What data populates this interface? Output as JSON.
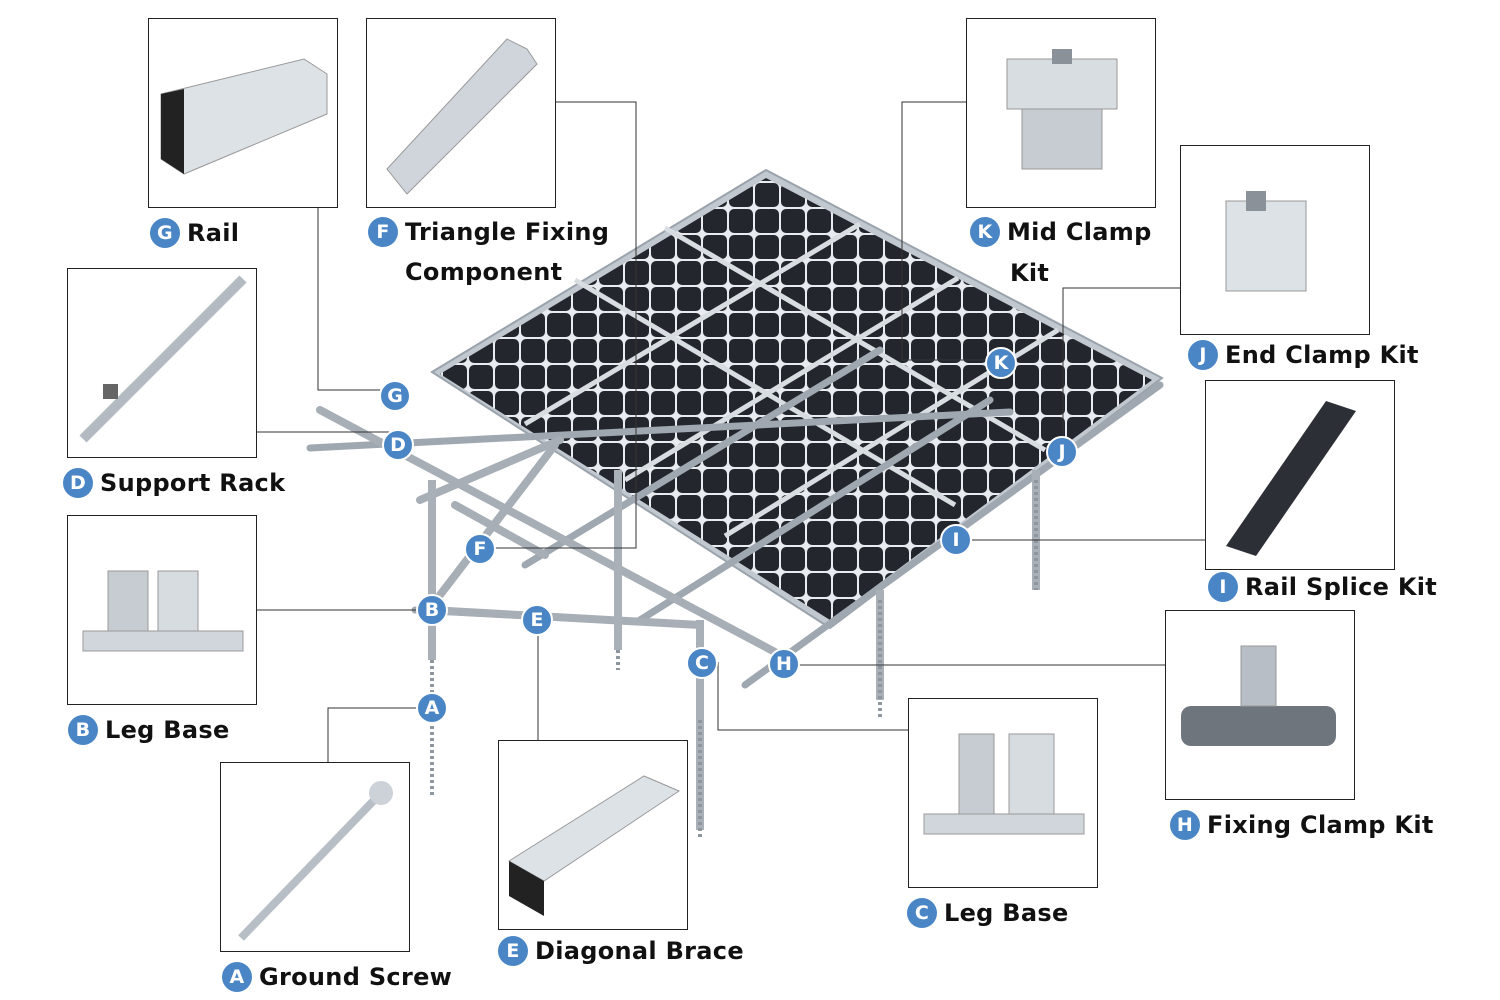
{
  "components": {
    "G": {
      "letter": "G",
      "name": "Rail"
    },
    "F": {
      "letter": "F",
      "name": "Triangle Fixing",
      "name2": "Component"
    },
    "K": {
      "letter": "K",
      "name": "Mid Clamp",
      "name2": "Kit"
    },
    "J": {
      "letter": "J",
      "name": "End Clamp Kit"
    },
    "D": {
      "letter": "D",
      "name": "Support Rack"
    },
    "I": {
      "letter": "I",
      "name": "Rail Splice Kit"
    },
    "B": {
      "letter": "B",
      "name": "Leg Base"
    },
    "H": {
      "letter": "H",
      "name": "Fixing Clamp Kit"
    },
    "A": {
      "letter": "A",
      "name": "Ground Screw"
    },
    "E": {
      "letter": "E",
      "name": "Diagonal Brace"
    },
    "C": {
      "letter": "C",
      "name": "Leg Base"
    }
  },
  "colors": {
    "badge": "#4a86c5",
    "panel_cell": "#1d2126",
    "frame": "#b8bec6",
    "metal": "#c9ced5"
  }
}
